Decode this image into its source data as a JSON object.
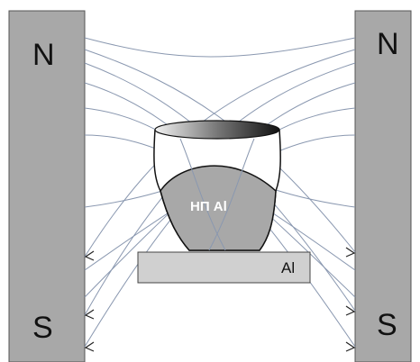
{
  "left_magnet": {
    "top_pole": "N",
    "bottom_pole": "S"
  },
  "right_magnet": {
    "top_pole": "N",
    "bottom_pole": "S"
  },
  "droplet": {
    "label": "НП Al"
  },
  "substrate": {
    "label": "Al"
  },
  "colors": {
    "magnet": "#a8a8a8",
    "droplet_fill": "#a8a8a8",
    "substrate": "#d0d0d0",
    "field_lines": "#8a98b0"
  }
}
